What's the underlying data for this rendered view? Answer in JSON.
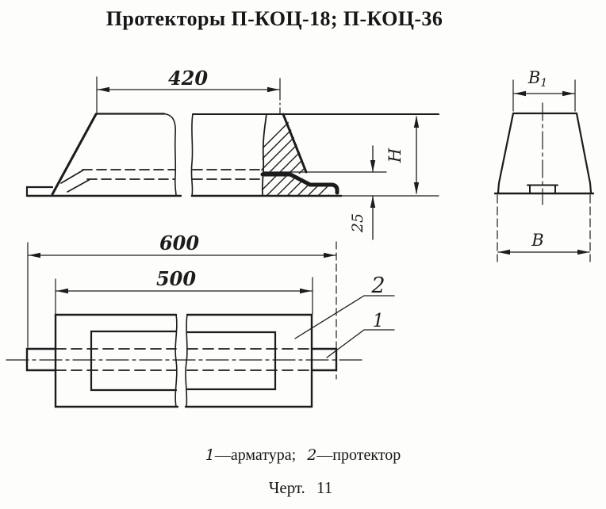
{
  "title": "Протекторы П-КОЦ-18; П-КОЦ-36",
  "views": {
    "side": {
      "dim_length": "420",
      "dim_height": "Н",
      "dim_offset": "25"
    },
    "end": {
      "dim_top_width": "В",
      "dim_top_width_sub": "1",
      "dim_bottom_width": "В"
    },
    "plan": {
      "dim_overall": "600",
      "dim_body": "500",
      "callout_protector": "2",
      "callout_armature": "1"
    }
  },
  "caption": {
    "n1": "1",
    "t1": "—арматура;",
    "n2": "2",
    "t2": "—протектор"
  },
  "figure_number": "Черт. 11",
  "colors": {
    "ink": "#1c1c1c",
    "paper": "#fdfdfc"
  }
}
